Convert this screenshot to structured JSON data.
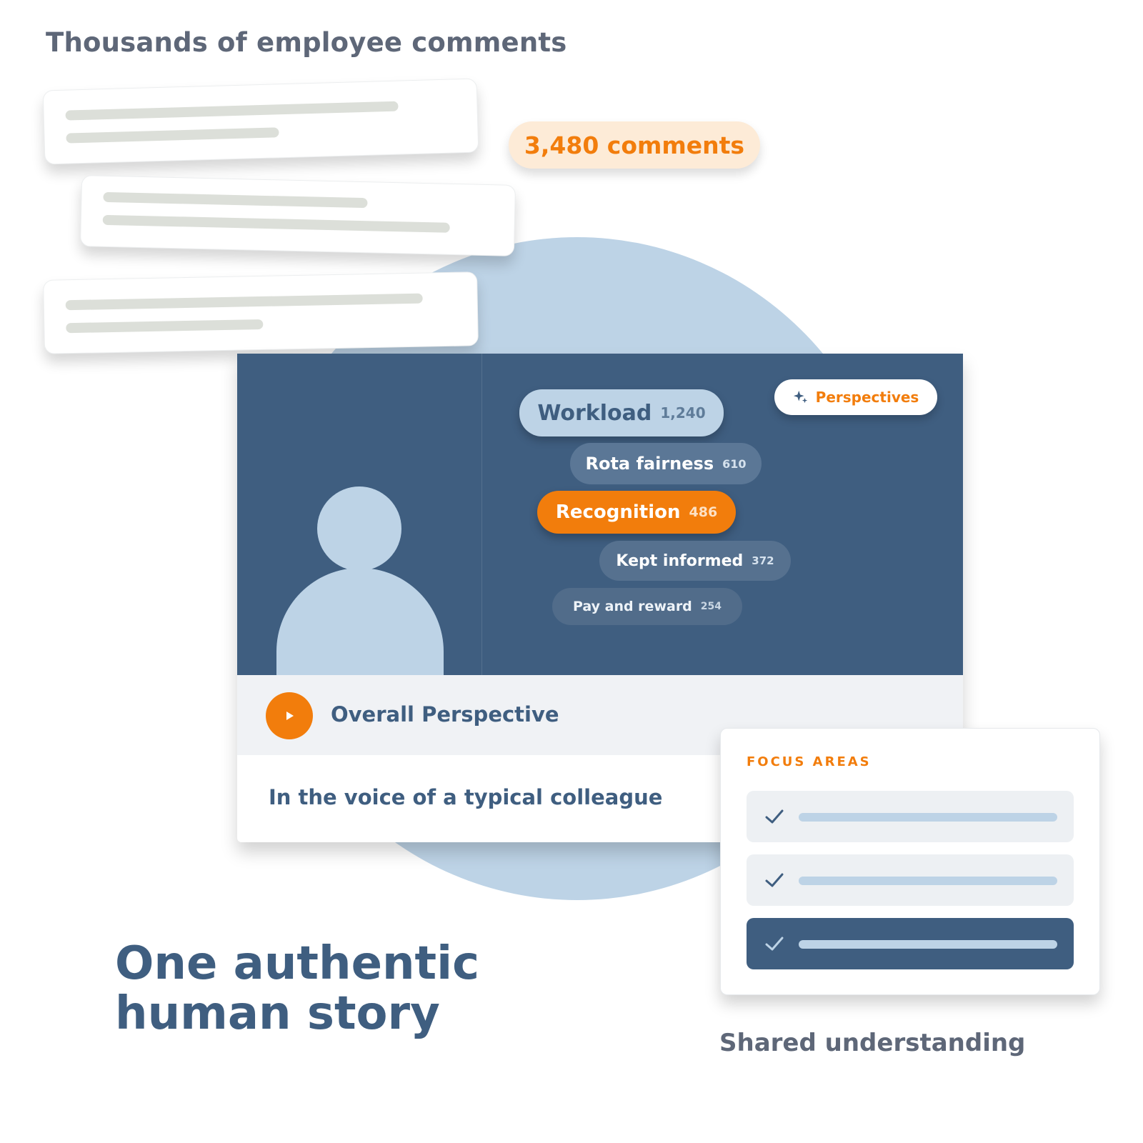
{
  "heading": "Thousands of employee comments",
  "comment_count": "3,480 comments",
  "perspectives_label": "Perspectives",
  "topics": [
    {
      "label": "Workload",
      "count": "1,240"
    },
    {
      "label": "Rota fairness",
      "count": "610"
    },
    {
      "label": "Recognition",
      "count": "486"
    },
    {
      "label": "Kept informed",
      "count": "372"
    },
    {
      "label": "Pay and reward",
      "count": "254"
    }
  ],
  "media_caption": "Overall Perspective",
  "voice_text": "In the voice of a typical colleague",
  "focus_areas": {
    "title": "FOCUS AREAS",
    "selected_index": 2
  },
  "story_heading": "One authentic human story",
  "shared_text": "Shared understanding",
  "colors": {
    "accent": "#f27d0c",
    "navy": "#3f5e80",
    "light_blue": "#bdd3e6",
    "gray_text": "#5e6778"
  }
}
